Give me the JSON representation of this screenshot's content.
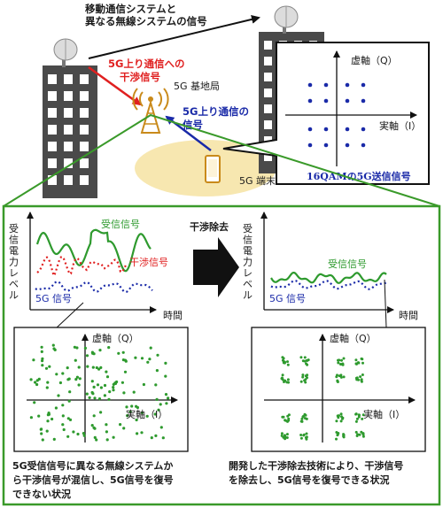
{
  "top": {
    "title_line1": "移動通信システムと",
    "title_line2": "異なる無線システムの信号",
    "interference_line1": "5G上り通信への",
    "interference_line2": "干渉信号",
    "base_station": "5G 基地局",
    "uplink_line1": "5G上り通信の",
    "uplink_line2": "信号",
    "terminal": "5G 端末"
  },
  "constellation_top": {
    "q_label": "虚軸（Q）",
    "i_label": "実軸（I）",
    "caption": "16QAMの5G送信信号"
  },
  "bottom_left": {
    "y_label": "受信電力レベル",
    "x_label": "時間",
    "received": "受信信号",
    "interference": "干渉信号",
    "signal_5g": "5G 信号",
    "q_label": "虚軸（Q）",
    "i_label": "実軸（I）",
    "caption_line1": "5G受信信号に異なる無線システムか",
    "caption_line2": "ら干渉信号が混信し、5G信号を復号",
    "caption_line3": "できない状況"
  },
  "middle": {
    "removal": "干渉除去"
  },
  "bottom_right": {
    "y_label": "受信電力レベル",
    "x_label": "時間",
    "received": "受信信号",
    "signal_5g": "5G 信号",
    "q_label": "虚軸（Q）",
    "i_label": "実軸（I）",
    "caption_line1": "開発した干渉除去技術により、干渉信号",
    "caption_line2": "を除去し、5G信号を復号できる状況"
  },
  "colors": {
    "frame_green": "#3a9a2a",
    "received_green": "#2e9a2e",
    "interference_red": "#e02020",
    "signal_blue": "#1a2aa8",
    "building": "#4a4a4a",
    "tower": "#c98a1a",
    "coverage": "#f7e7b0"
  }
}
